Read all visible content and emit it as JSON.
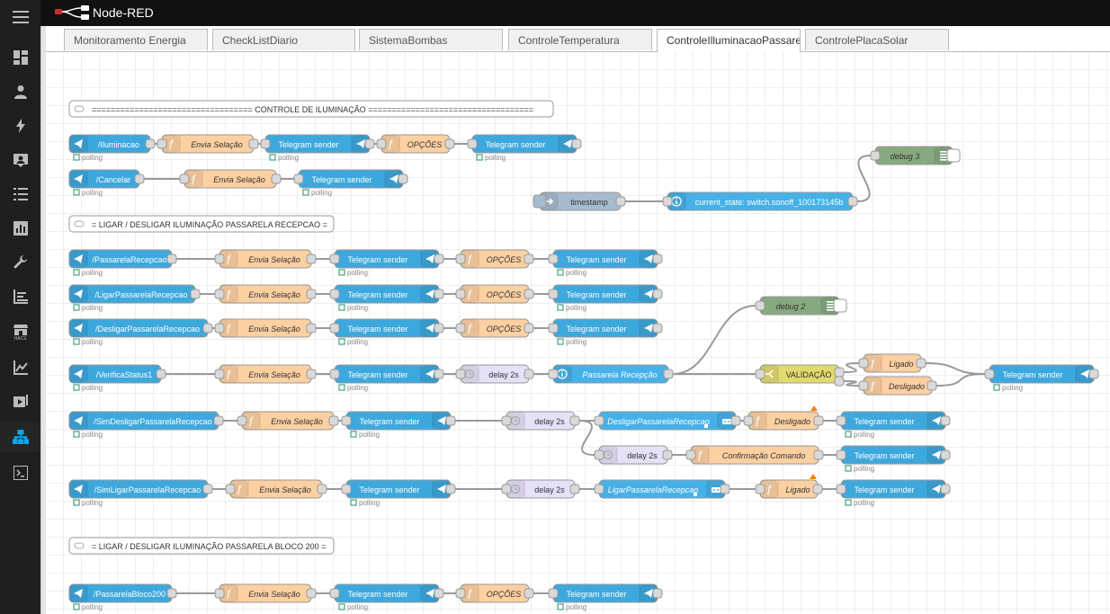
{
  "app": {
    "title": "Node-RED"
  },
  "sidebar": {
    "items": [
      {
        "icon": "dashboard-icon"
      },
      {
        "icon": "person-icon"
      },
      {
        "icon": "lightning-icon"
      },
      {
        "icon": "badge-icon"
      },
      {
        "icon": "list-icon"
      },
      {
        "icon": "chart-box-icon"
      },
      {
        "icon": "wrench-icon"
      },
      {
        "icon": "logbook-icon"
      },
      {
        "icon": "hacs-store-icon"
      },
      {
        "icon": "history-icon"
      },
      {
        "icon": "media-icon"
      },
      {
        "icon": "node-red-icon"
      },
      {
        "icon": "terminal-icon"
      }
    ],
    "hacs_label": "HACS"
  },
  "tabs": [
    {
      "label": "Monitoramento Energia"
    },
    {
      "label": "CheckListDiario"
    },
    {
      "label": "SistemaBombas"
    },
    {
      "label": "ControleTemperatura"
    },
    {
      "label": "ControleIlluminacaoPassarela",
      "active": true
    },
    {
      "label": "ControlePlacaSolar"
    }
  ],
  "colors": {
    "telegram": "#3da8dd",
    "function": "#fdd0a2",
    "comment": "#ffffff",
    "debug": "#87a980",
    "delay": "#e6e0f8",
    "ha_state": "#45b1e8",
    "inject": "#a6bbcf",
    "switch": "#e2d96e",
    "wire": "#999999"
  },
  "labels": {
    "polling": "polling",
    "envia": "Envia Selação",
    "telegram_sender": "Telegram sender",
    "opcoes": "OPÇÕES",
    "delay": "delay 2s"
  },
  "nodes": {
    "c1": "================================== CONTROLE DE ILUMINAÇÃO ===================================",
    "c2": "= LIGAR / DESLIGAR ILUMINAÇÃO PASSARELA RECEPCAO =",
    "c3": "= LIGAR / DESLIGAR ILUMINAÇÃO PASSARELA BLOCO 200 =",
    "r_ilum": "/Iluminacao",
    "r_cancel": "/Cancelar",
    "r_pr": "/PassarelaRecepcao",
    "r_lpr": "/LigarPassarelaRecepcao",
    "r_dpr": "/DesligarPassarelaRecepcao",
    "r_vs": "/VerificaStatus1",
    "r_sdpr": "/SimDesligarPassarelaRecepcao",
    "r_slpr": "/SimLigarPassarelaRecepcao",
    "r_pb": "/PassarelaBloco200",
    "timestamp": "timestamp",
    "current_state": "current_state: switch.sonoff_100173145b",
    "debug3": "debug 3",
    "debug2": "debug 2",
    "passarela": "Passarela Recepção",
    "validacao": "VALIDAÇÃO",
    "ligado": "Ligado",
    "desligado": "Desligado",
    "desligar_svc": "DesligarPassarelaRecepcao",
    "ligar_svc": "LigarPassarelaRecepcao",
    "confirmacao": "Confirmação Comando"
  }
}
